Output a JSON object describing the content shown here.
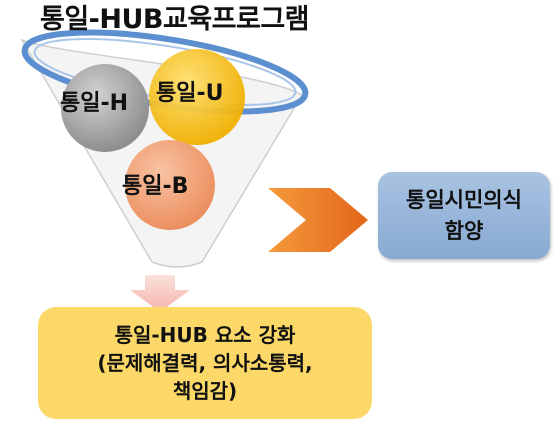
{
  "title": "통일-HUB교육프로그램",
  "circles": {
    "h": "통일-H",
    "u": "통일-U",
    "b": "통일-B"
  },
  "result": {
    "line1": "통일시민의식",
    "line2": "함양"
  },
  "bottom": {
    "line1": "통일-HUB 요소 강화",
    "line2": "(문제해결력, 의사소통력,",
    "line3": "책임감)"
  },
  "colors": {
    "funnel_rim": "#5b8fd0",
    "circle_h": "#a8a8a8",
    "circle_u": "#f5be14",
    "circle_b": "#f0a57a",
    "arrow": "#ec7a20",
    "result_box": "#98b6dc",
    "bottom_box": "#fcd868",
    "down_arrow": "#f7c7c0"
  }
}
